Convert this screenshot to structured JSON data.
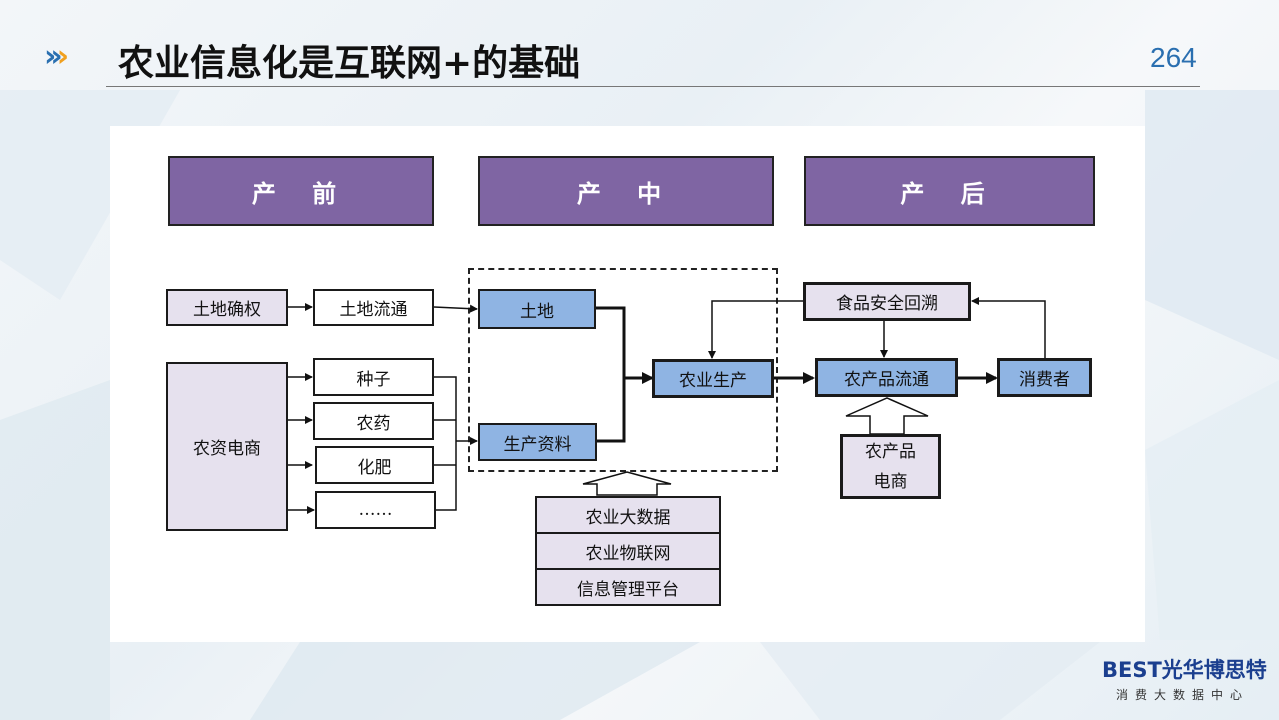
{
  "header": {
    "title": "农业信息化是互联网+的基础",
    "page_number": "264"
  },
  "phases": {
    "pre": "产 前",
    "mid": "产 中",
    "post": "产 后"
  },
  "nodes": {
    "land_rights": "土地确权",
    "land_transfer": "土地流通",
    "agri_ecommerce": "农资电商",
    "seeds": "种子",
    "pesticide": "农药",
    "fertilizer": "化肥",
    "etc": "……",
    "land": "土地",
    "production_materials": "生产资料",
    "agri_production": "农业生产",
    "food_traceability": "食品安全回溯",
    "product_circulation": "农产品流通",
    "consumer": "消费者",
    "product_ecommerce_line1": "农产品",
    "product_ecommerce_line2": "电商",
    "big_data": "农业大数据",
    "iot": "农业物联网",
    "info_platform": "信息管理平台"
  },
  "logo": {
    "brand": "BEST光华博思特",
    "subtitle": "消费大数据中心"
  },
  "colors": {
    "phase_fill": "#7f65a3",
    "highlight_fill": "#8fb4e3",
    "light_fill": "#e6e1ee",
    "accent_blue": "#2a6fb0",
    "accent_orange": "#f0a020"
  }
}
